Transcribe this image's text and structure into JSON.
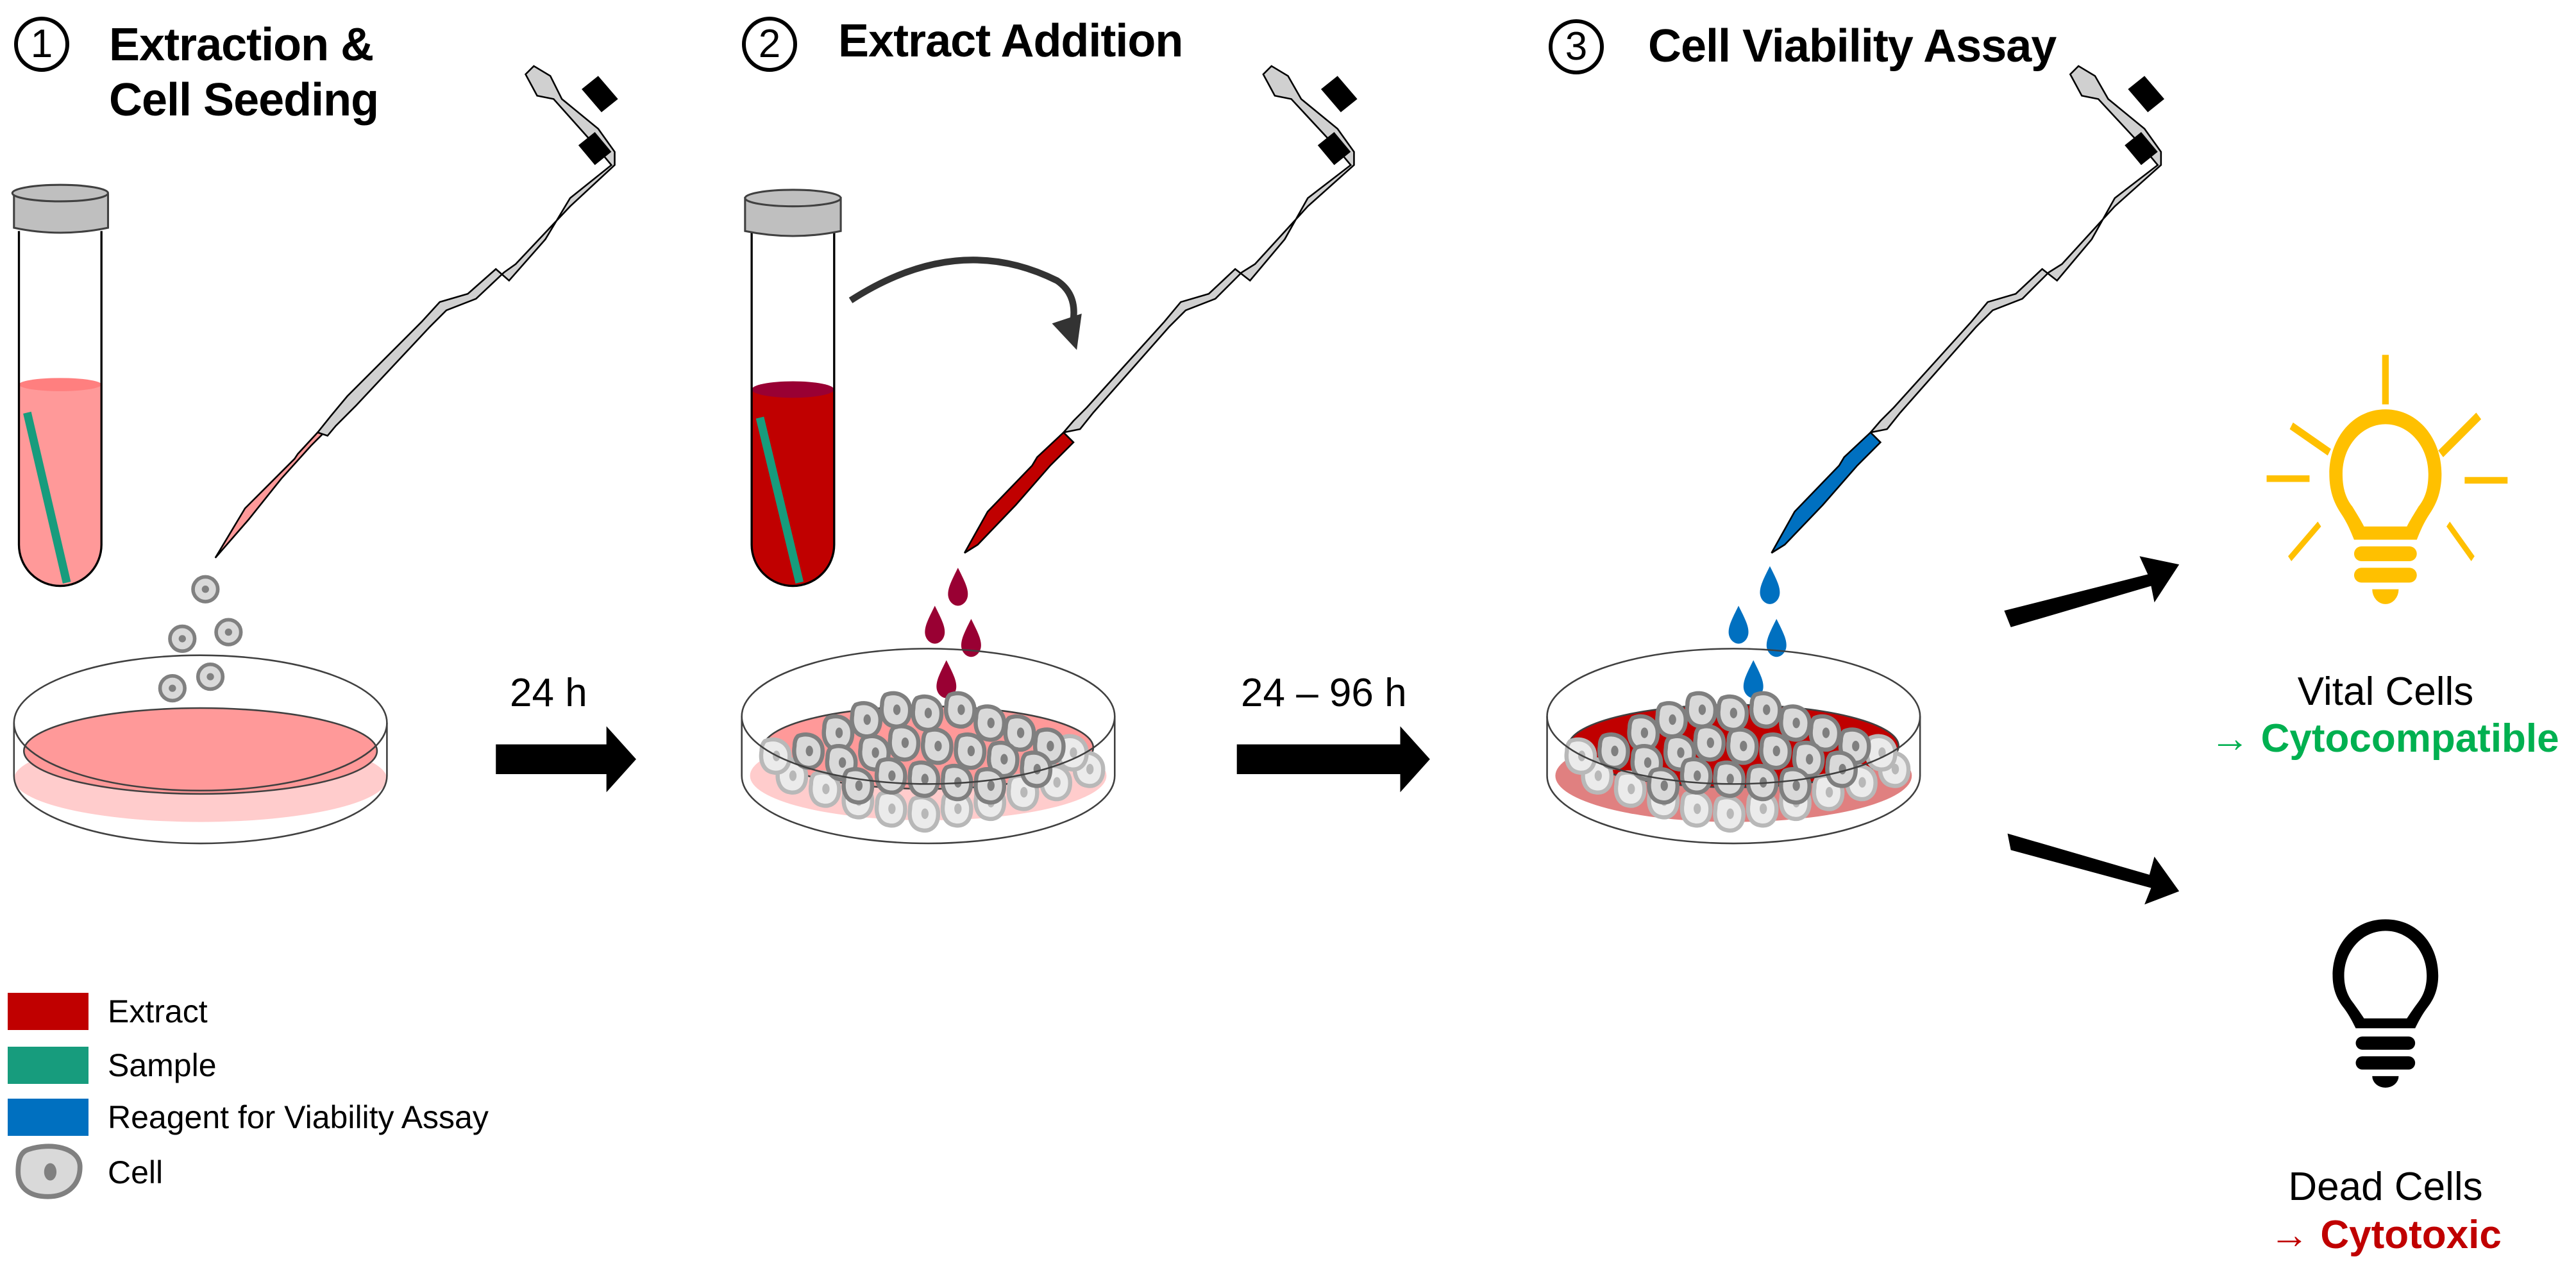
{
  "steps": [
    {
      "number": "1",
      "title_line1": "Extraction &",
      "title_line2": "Cell Seeding"
    },
    {
      "number": "2",
      "title": "Extract Addition"
    },
    {
      "number": "3",
      "title": "Cell Viability Assay"
    }
  ],
  "transitions": [
    {
      "label": "24 h"
    },
    {
      "label": "24 – 96 h"
    }
  ],
  "outcomes": {
    "vital": {
      "label": "Vital Cells",
      "result": "→ Cytocompatible",
      "color": "#00b050",
      "icon": "lightbulb-on-icon",
      "icon_color": "#ffc000"
    },
    "dead": {
      "label": "Dead Cells",
      "result": "→ Cytotoxic",
      "color": "#c00000",
      "icon": "lightbulb-off-icon",
      "icon_color": "#000000"
    }
  },
  "legend": [
    {
      "label": "Extract",
      "color": "#c00000",
      "icon": "swatch"
    },
    {
      "label": "Sample",
      "color": "#179c7d",
      "icon": "swatch"
    },
    {
      "label": "Reagent for Viability Assay",
      "color": "#0070c0",
      "icon": "swatch"
    },
    {
      "label": "Cell",
      "color": "#d9d9d9",
      "icon": "cell-icon"
    }
  ],
  "colors": {
    "medium_light": "#ff9999",
    "extract": "#c00000",
    "extract_drop": "#990033",
    "sample": "#179c7d",
    "reagent": "#0070c0",
    "pipette_body": "#d0d0d0",
    "cap": "#bfbfbf"
  }
}
